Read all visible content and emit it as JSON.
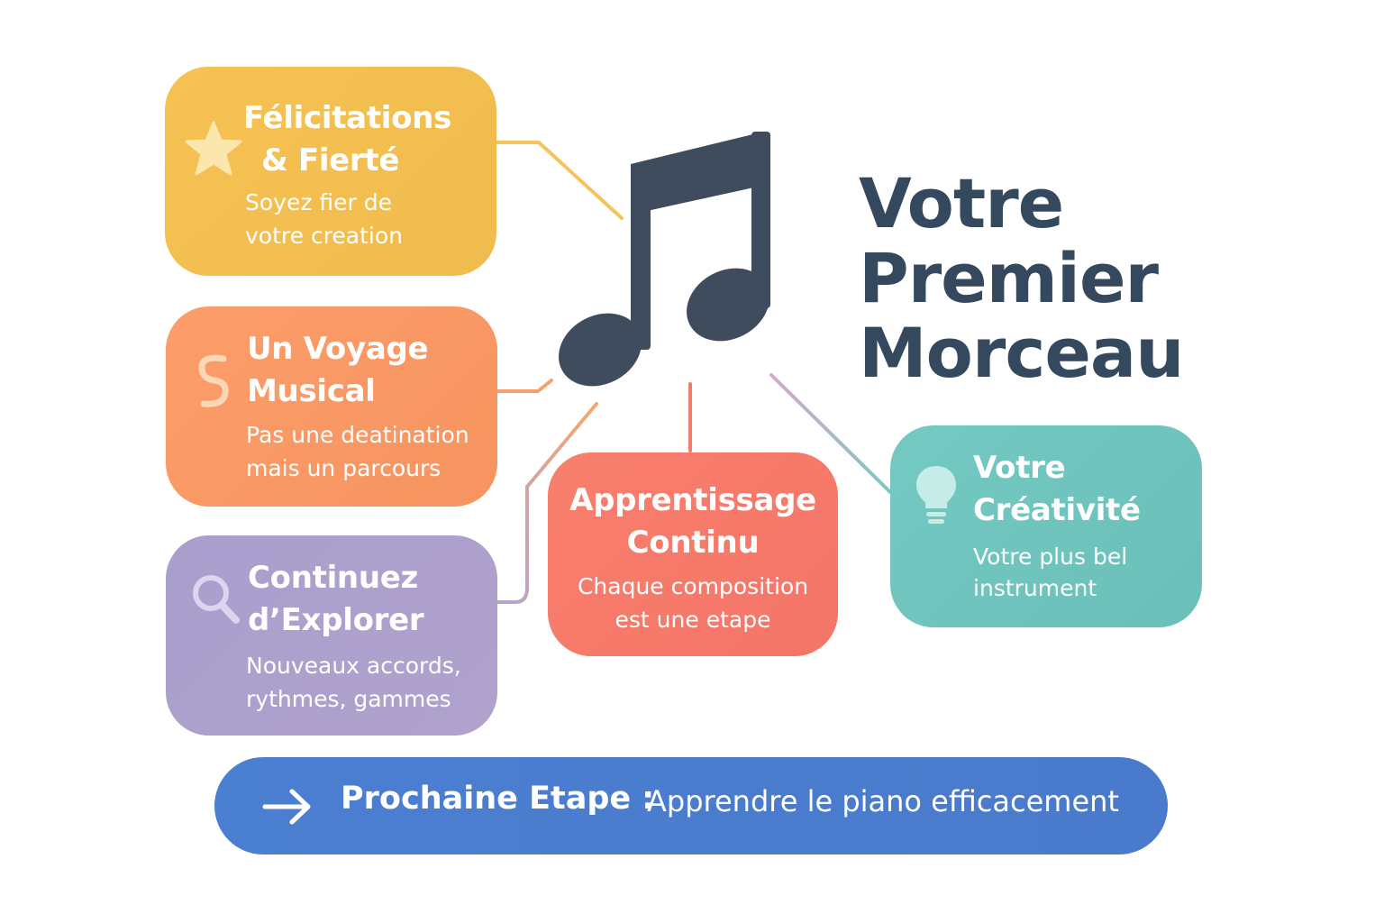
{
  "heading": {
    "line1": "Votre",
    "line2": "Premier",
    "line3": "Morceau",
    "color": "#34495e"
  },
  "center_icon": "music-note-icon",
  "cards": {
    "felicitations": {
      "title_line1": "Félicitations",
      "title_line2": "& Fierté",
      "sub_line1": "Soyez fier de",
      "sub_line2": "votre creation",
      "icon": "star-icon",
      "color": "#f5bf52"
    },
    "voyage": {
      "title_line1": "Un Voyage",
      "title_line2": "Musical",
      "sub_line1": "Pas une deatination",
      "sub_line2": "mais un parcours",
      "icon": "winding-path-icon",
      "color": "#f99864"
    },
    "explorer": {
      "title_line1": "Continuez",
      "title_line2": "d’Explorer",
      "sub_line1": "Nouveaux accords,",
      "sub_line2": "rythmes, gammes",
      "icon": "magnifier-icon",
      "color": "#ada0cd"
    },
    "apprentissage": {
      "title_line1": "Apprentissage",
      "title_line2": "Continu",
      "sub_line1": "Chaque composition",
      "sub_line2": "est une etape",
      "color": "#f67a6a"
    },
    "creativite": {
      "title_line1": "Votre",
      "title_line2": "Créativité",
      "sub_line1": "Votre plus bel",
      "sub_line2": "instrument",
      "icon": "lightbulb-icon",
      "color": "#6fc4be"
    }
  },
  "banner": {
    "label_strong": "Prochaine Etape :",
    "label_rest": "Apprendre le piano efficacement",
    "icon": "arrow-right-icon",
    "color": "#4a7dce"
  }
}
